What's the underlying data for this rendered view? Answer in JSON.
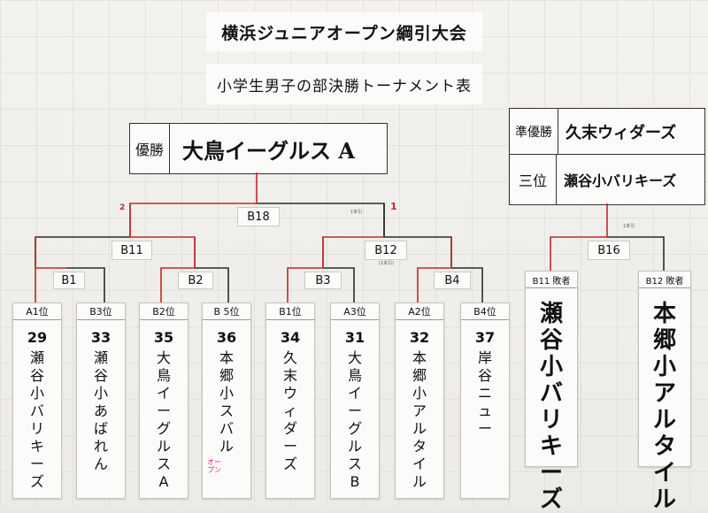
{
  "header": {
    "title": "横浜ジュニアオープン綱引大会",
    "subtitle": "小学生男子の部決勝トーナメント表"
  },
  "champion": {
    "label": "優勝",
    "value": "大鳥イーグルス A"
  },
  "runner_up": {
    "label": "準優勝",
    "value": "久末ウィダーズ"
  },
  "third": {
    "label": "三位",
    "value": "瀬谷小バリキーズ"
  },
  "matches": {
    "b18": "B18",
    "b11": "B11",
    "b12": "B12",
    "b16": "B16",
    "b1": "B1",
    "b2": "B2",
    "b3": "B3",
    "b4": "B4"
  },
  "final_marks": {
    "left": "2",
    "right": "1"
  },
  "tiny_notes": {
    "b18": "1本引",
    "b12": "(1本引)",
    "b16": "1本引"
  },
  "teams": [
    {
      "seed": "A1位",
      "num": "29",
      "name": "瀬谷小バリキーズ"
    },
    {
      "seed": "B3位",
      "num": "33",
      "name": "瀬谷小あばれん"
    },
    {
      "seed": "B2位",
      "num": "35",
      "name": "大鳥イーグルスA"
    },
    {
      "seed": "B 5位",
      "num": "36",
      "name": "本郷小スバル"
    },
    {
      "seed": "B1位",
      "num": "34",
      "name": "久末ウィダーズ"
    },
    {
      "seed": "A3位",
      "num": "31",
      "name": "大鳥イーグルスB"
    },
    {
      "seed": "A2位",
      "num": "32",
      "name": "本郷小アルタイル"
    },
    {
      "seed": "B4位",
      "num": "37",
      "name": "岸谷ニュー"
    }
  ],
  "open_note": "オープン",
  "losers": [
    {
      "label": "B11 敗者",
      "name": "瀬谷小バリキーズ"
    },
    {
      "label": "B12 敗者",
      "name": "本郷小アルタイル"
    }
  ],
  "colors": {
    "win_line": "#c0282a",
    "line": "#2a2a2a",
    "note": "#e0218a"
  }
}
